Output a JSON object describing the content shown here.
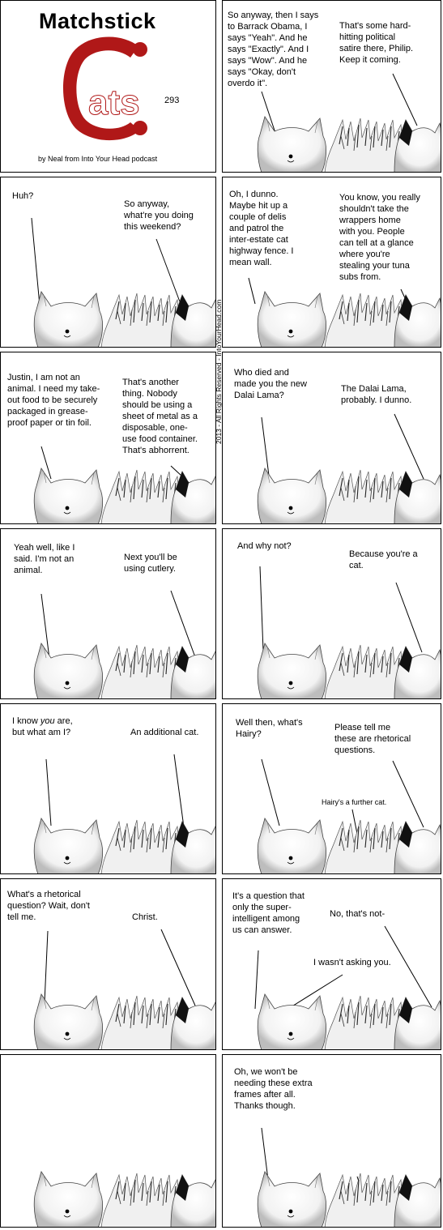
{
  "comic": {
    "title": "Matchstick",
    "logo_text": "Cats",
    "logo_ats": "ats",
    "issue_number": "293",
    "credit": "by Neal from Into Your Head podcast",
    "copyright": "2013 - All Rights Reserved - IntoYourHead.com",
    "logo_color": "#b01818"
  },
  "panels": [
    {
      "lines": []
    },
    {
      "lines": [
        "So anyway, then I says\nto Barrack Obama, I\nsays \"Yeah\". And he\nsays \"Exactly\". And I\nsays \"Wow\". And he\nsays \"Okay, don't\noverdo it\".",
        "That's some hard-\nhitting political\nsatire there, Philip.\nKeep it coming."
      ]
    },
    {
      "lines": [
        "Huh?",
        "So anyway,\nwhat're you doing\nthis weekend?"
      ]
    },
    {
      "lines": [
        "Oh, I dunno.\nMaybe hit up a\ncouple of delis\nand patrol the\ninter-estate cat\nhighway fence. I\nmean wall.",
        "You know, you really\nshouldn't take the\nwrappers home\nwith you. People\ncan tell at a glance\nwhere you're\nstealing your tuna\nsubs from."
      ]
    },
    {
      "lines": [
        "Justin, I am not an\nanimal. I need my take-\nout food to be securely\npackaged in grease-\nproof paper or tin foil.",
        "That's another\nthing. Nobody\nshould be using a\nsheet of metal as a\ndisposable, one-\nuse food container.\nThat's abhorrent."
      ]
    },
    {
      "lines": [
        "Who died and\nmade you the new\nDalai Lama?",
        "The Dalai Lama,\nprobably. I dunno."
      ]
    },
    {
      "lines": [
        "Yeah well, like I\nsaid. I'm not an\nanimal.",
        "Next you'll be\nusing cutlery."
      ]
    },
    {
      "lines": [
        "And why not?",
        "Because you're a\ncat."
      ]
    },
    {
      "lines": [
        "I know you are,\nbut what am I?",
        "An additional cat."
      ]
    },
    {
      "lines": [
        "Well then, what's\nHairy?",
        "Please tell me\nthese are rhetorical\nquestions.",
        "Hairy's a further cat."
      ]
    },
    {
      "lines": [
        "What's a rhetorical\nquestion? Wait, don't\ntell me.",
        "Christ."
      ]
    },
    {
      "lines": [
        "It's a question that\nonly the super-\nintelligent among\nus can answer.",
        "No, that's not-",
        "I wasn't asking you."
      ]
    },
    {
      "lines": []
    },
    {
      "lines": [
        "Oh, we won't be\nneeding these extra\nframes after all.\nThanks though."
      ]
    }
  ]
}
